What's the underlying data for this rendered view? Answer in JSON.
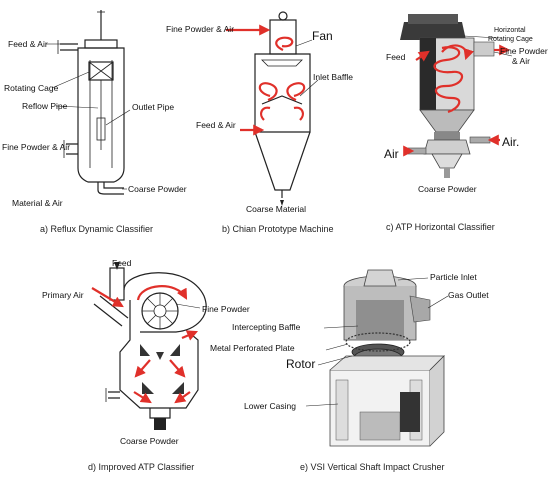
{
  "panel_a": {
    "caption": "a) Reflux Dynamic Classifier",
    "labels": {
      "feed_air": "Feed & Air",
      "rotating_cage": "Rotating Cage",
      "reflow_pipe": "Reflow Pipe",
      "outlet_pipe": "Outlet Pipe",
      "fine_powder_air": "Fine Powder & Air",
      "coarse_powder": "Coarse Powder",
      "material_air": "Material & Air"
    }
  },
  "panel_b": {
    "caption": "b) Chian Prototype Machine",
    "labels": {
      "fine_powder_air": "Fine Powder & Air",
      "fan": "Fan",
      "inlet_baffle": "Inlet Baffle",
      "feed_air": "Feed & Air",
      "coarse_material": "Coarse Material"
    }
  },
  "panel_c": {
    "caption": "c) ATP Horizontal Classifier",
    "labels": {
      "horizontal_rotating_cage_1": "Horizontal",
      "horizontal_rotating_cage_2": "Rotating Cage",
      "feed": "Feed",
      "fine_powder_air_1": "Fine Powder",
      "fine_powder_air_2": "& Air",
      "air_left": "Air",
      "air_right": "Air.",
      "coarse_powder": "Coarse Powder"
    }
  },
  "panel_d": {
    "caption": "d) Improved ATP Classifier",
    "labels": {
      "feed": "Feed",
      "primary_air": "Primary Air",
      "fine_powder": "Fine Powder",
      "coarse_powder": "Coarse Powder"
    }
  },
  "panel_e": {
    "caption": "e) VSI Vertical Shaft Impact Crusher",
    "labels": {
      "particle_inlet": "Particle Inlet",
      "gas_outlet": "Gas Outlet",
      "intercepting_baffle": "Intercepting Baffle",
      "metal_perforated_plate": "Metal Perforated Plate",
      "rotor": "Rotor",
      "lower_casing": "Lower Casing"
    }
  }
}
